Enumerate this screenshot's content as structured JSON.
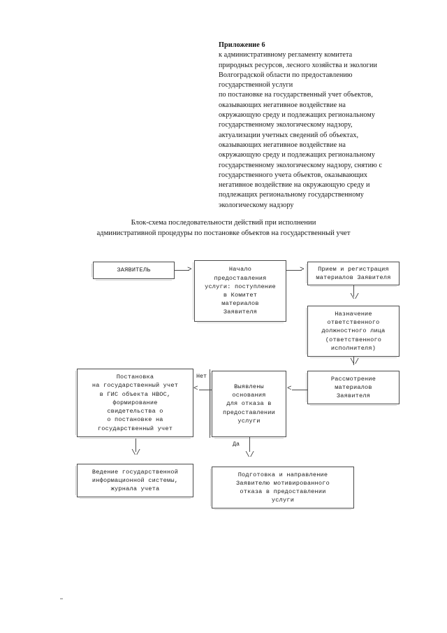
{
  "document": {
    "appendix_lines": [
      "Приложение 6",
      "к административному регламенту комитета",
      "природных ресурсов, лесного хозяйства и экологии",
      "Волгоградской области по предоставлению",
      "государственной услуги",
      "по постановке на государственный учет объектов,",
      "оказывающих негативное воздействие на",
      "окружающую среду и подлежащих региональному",
      "государственному экологическому надзору,",
      "актуализации учетных сведений об объектах,",
      "оказывающих негативное воздействие на",
      "окружающую среду и подлежащих региональному",
      "государственному экологическому надзору, снятию с",
      "государственного учета объектов, оказывающих",
      "негативное воздействие на окружающую среду и",
      "подлежащих региональному государственному",
      "экологическому надзору"
    ],
    "scheme_title_lines": [
      "Блок-схема последовательности действий при исполнении",
      "административной процедуры по постановке объектов на государственный учет"
    ]
  },
  "flowchart": {
    "nodes": {
      "applicant": "ЗАЯВИТЕЛЬ",
      "start_service": "Начало\nпредоставления\nуслуги: поступление\nв Комитет\nматериалов\nЗаявителя",
      "receive_register": "Прием и регистрация\nматериалов Заявителя",
      "assign_officer": "Назначение\nответственного\nдолжностного лица\n(ответственного\nисполнителя)",
      "review_materials": "Рассмотрение\nматериалов\nЗаявителя",
      "decision_refusal": "Выявлены\nоснования\nдля отказа в\nпредоставлении\nуслуги",
      "registration_gis": "Постановка\nна государственный учет\nв ГИС объекта НВОС,\nформирование\nсвидетельства о\nо постановке на\nгосударственный учет",
      "maintain_system": "Ведение государственной\nинформационной системы,\nжурнала учета",
      "prepare_refusal": "Подготовка и направление\nЗаявителю мотивированного\nотказа в предоставлении\nуслуги"
    },
    "edge_labels": {
      "no": "Нет",
      "yes": "Да"
    },
    "arrow_glyphs": {
      "right": ">",
      "left": "<",
      "down": "\\/"
    },
    "colors": {
      "border": "#4a4a4a",
      "text": "#1d1d1d",
      "page": "#ffffff"
    }
  }
}
